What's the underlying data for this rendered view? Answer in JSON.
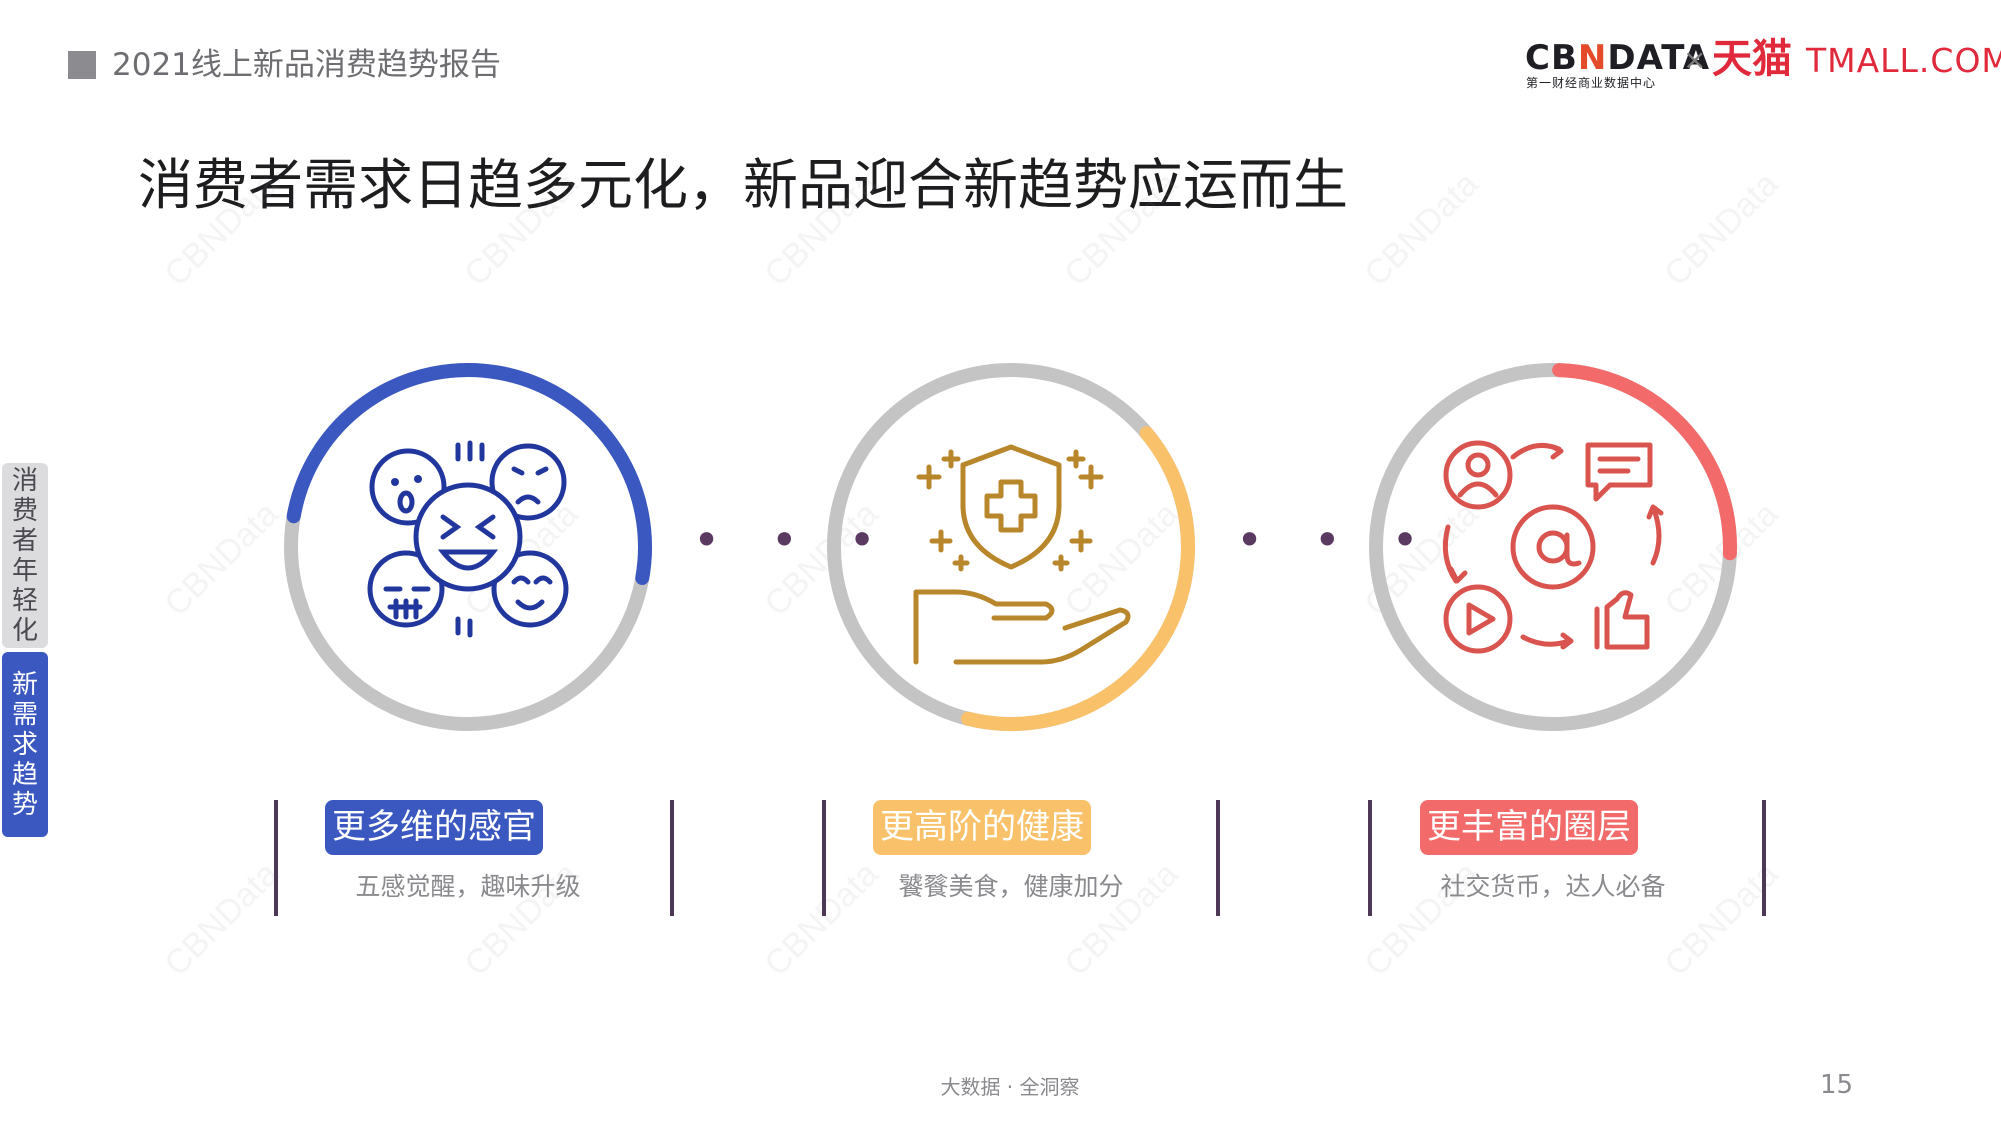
{
  "header": {
    "report_title": "2021线上新品消费趋势报告",
    "logo_cbndata_prefix": "CB",
    "logo_cbndata_n": "N",
    "logo_cbndata_suffix": "DATA",
    "logo_cbndata_sub": "第一财经商业数据中心",
    "logo_separator": "×",
    "logo_tmall_cn": "天猫",
    "logo_tmall_domain": "TMALL.COM"
  },
  "headline": "消费者需求日趋多元化，新品迎合新趋势应运而生",
  "watermark": "CBNData",
  "side_tabs": [
    {
      "label": "消费者年轻化",
      "chars": [
        "消",
        "费",
        "者",
        "年",
        "轻",
        "化"
      ],
      "active": false
    },
    {
      "label": "新需求趋势",
      "chars": [
        "新",
        "需",
        "求",
        "趋",
        "势"
      ],
      "active": true
    }
  ],
  "separator_dots": "• • •",
  "trends": [
    {
      "title": "更多维的感官",
      "subtitle": "五感觉醒，趣味升级",
      "color": "#3a58c0",
      "icon": "emoji-faces-icon",
      "ring_fraction": 0.5
    },
    {
      "title": "更高阶的健康",
      "subtitle": "饕餮美食，健康加分",
      "color": "#f9c26a",
      "icon": "health-shield-hand-icon",
      "ring_fraction": 0.4
    },
    {
      "title": "更丰富的圈层",
      "subtitle": "社交货币，达人必备",
      "color": "#f26a6a",
      "icon": "social-network-icon",
      "ring_fraction": 0.25
    }
  ],
  "footer": {
    "tagline": "大数据 · 全洞察",
    "page_number": "15"
  }
}
